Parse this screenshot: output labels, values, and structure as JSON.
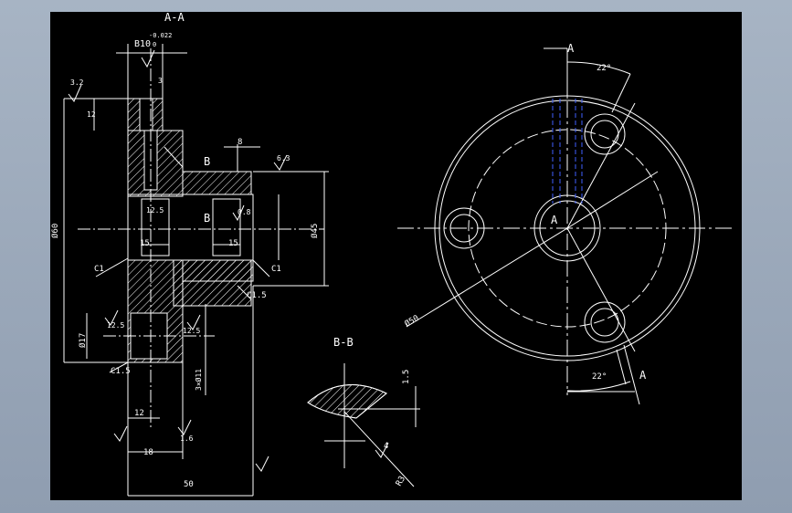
{
  "drawing": {
    "section_aa_label": "A-A",
    "section_bb_label": "B-B",
    "view_label_a": "A",
    "view_label_b": "B",
    "tolerance_upper": "-0.022",
    "tolerance_lower": "0",
    "dim_b10": "B10",
    "dim_top_small": "3",
    "dim_8": "8",
    "dim_12_top": "12",
    "dim_phi60_left": "Ø60",
    "dim_phi45": "Ø45",
    "dim_phi17": "Ø17",
    "dim_15_left": "15",
    "dim_15_right": "15",
    "dim_12_bottom": "12",
    "dim_18": "18",
    "dim_50": "50",
    "chamfer_c1_left": "C1",
    "chamfer_c1_right": "C1",
    "chamfer_c1_5_right": "C1.5",
    "chamfer_c1_5_bottom": "C1.5",
    "rough_3_2": "3.2",
    "rough_6_3": "6.3",
    "rough_1_6": "1.6",
    "rough_12_5": "12.5",
    "rough_0_8": "0.8",
    "angle_22_top": "22°",
    "angle_22_bottom": "22°",
    "dim_phi50": "Ø50",
    "dim_1_5": "1.5",
    "dim_r3": "R3",
    "dim_4": "4",
    "thread_note": "3×Ø11",
    "center_label_a": "A"
  }
}
